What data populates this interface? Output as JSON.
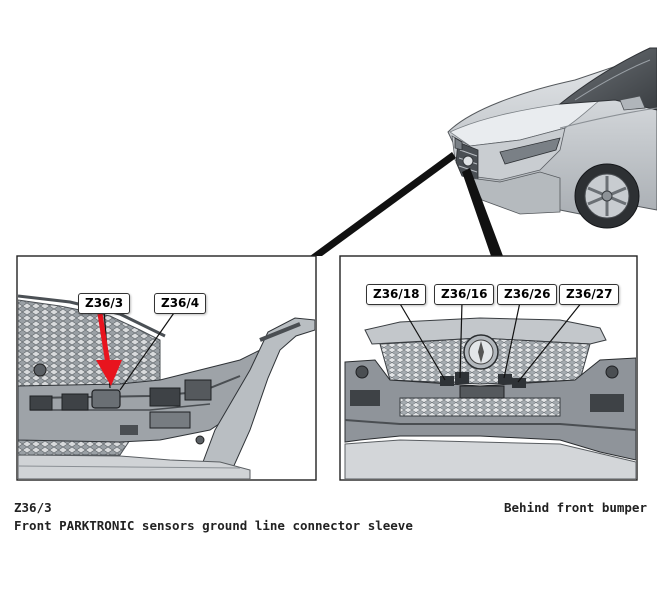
{
  "callouts": {
    "left": [
      "Z36/3",
      "Z36/4"
    ],
    "right": [
      "Z36/18",
      "Z36/16",
      "Z36/26",
      "Z36/27"
    ]
  },
  "caption": {
    "component_code": "Z36/3",
    "component_description": "Front PARKTRONIC sensors ground line connector sleeve",
    "location": "Behind front bumper"
  },
  "colors": {
    "highlight_arrow": "#e8141e",
    "car_body": "#c4c8cc",
    "frame": "#222222"
  }
}
